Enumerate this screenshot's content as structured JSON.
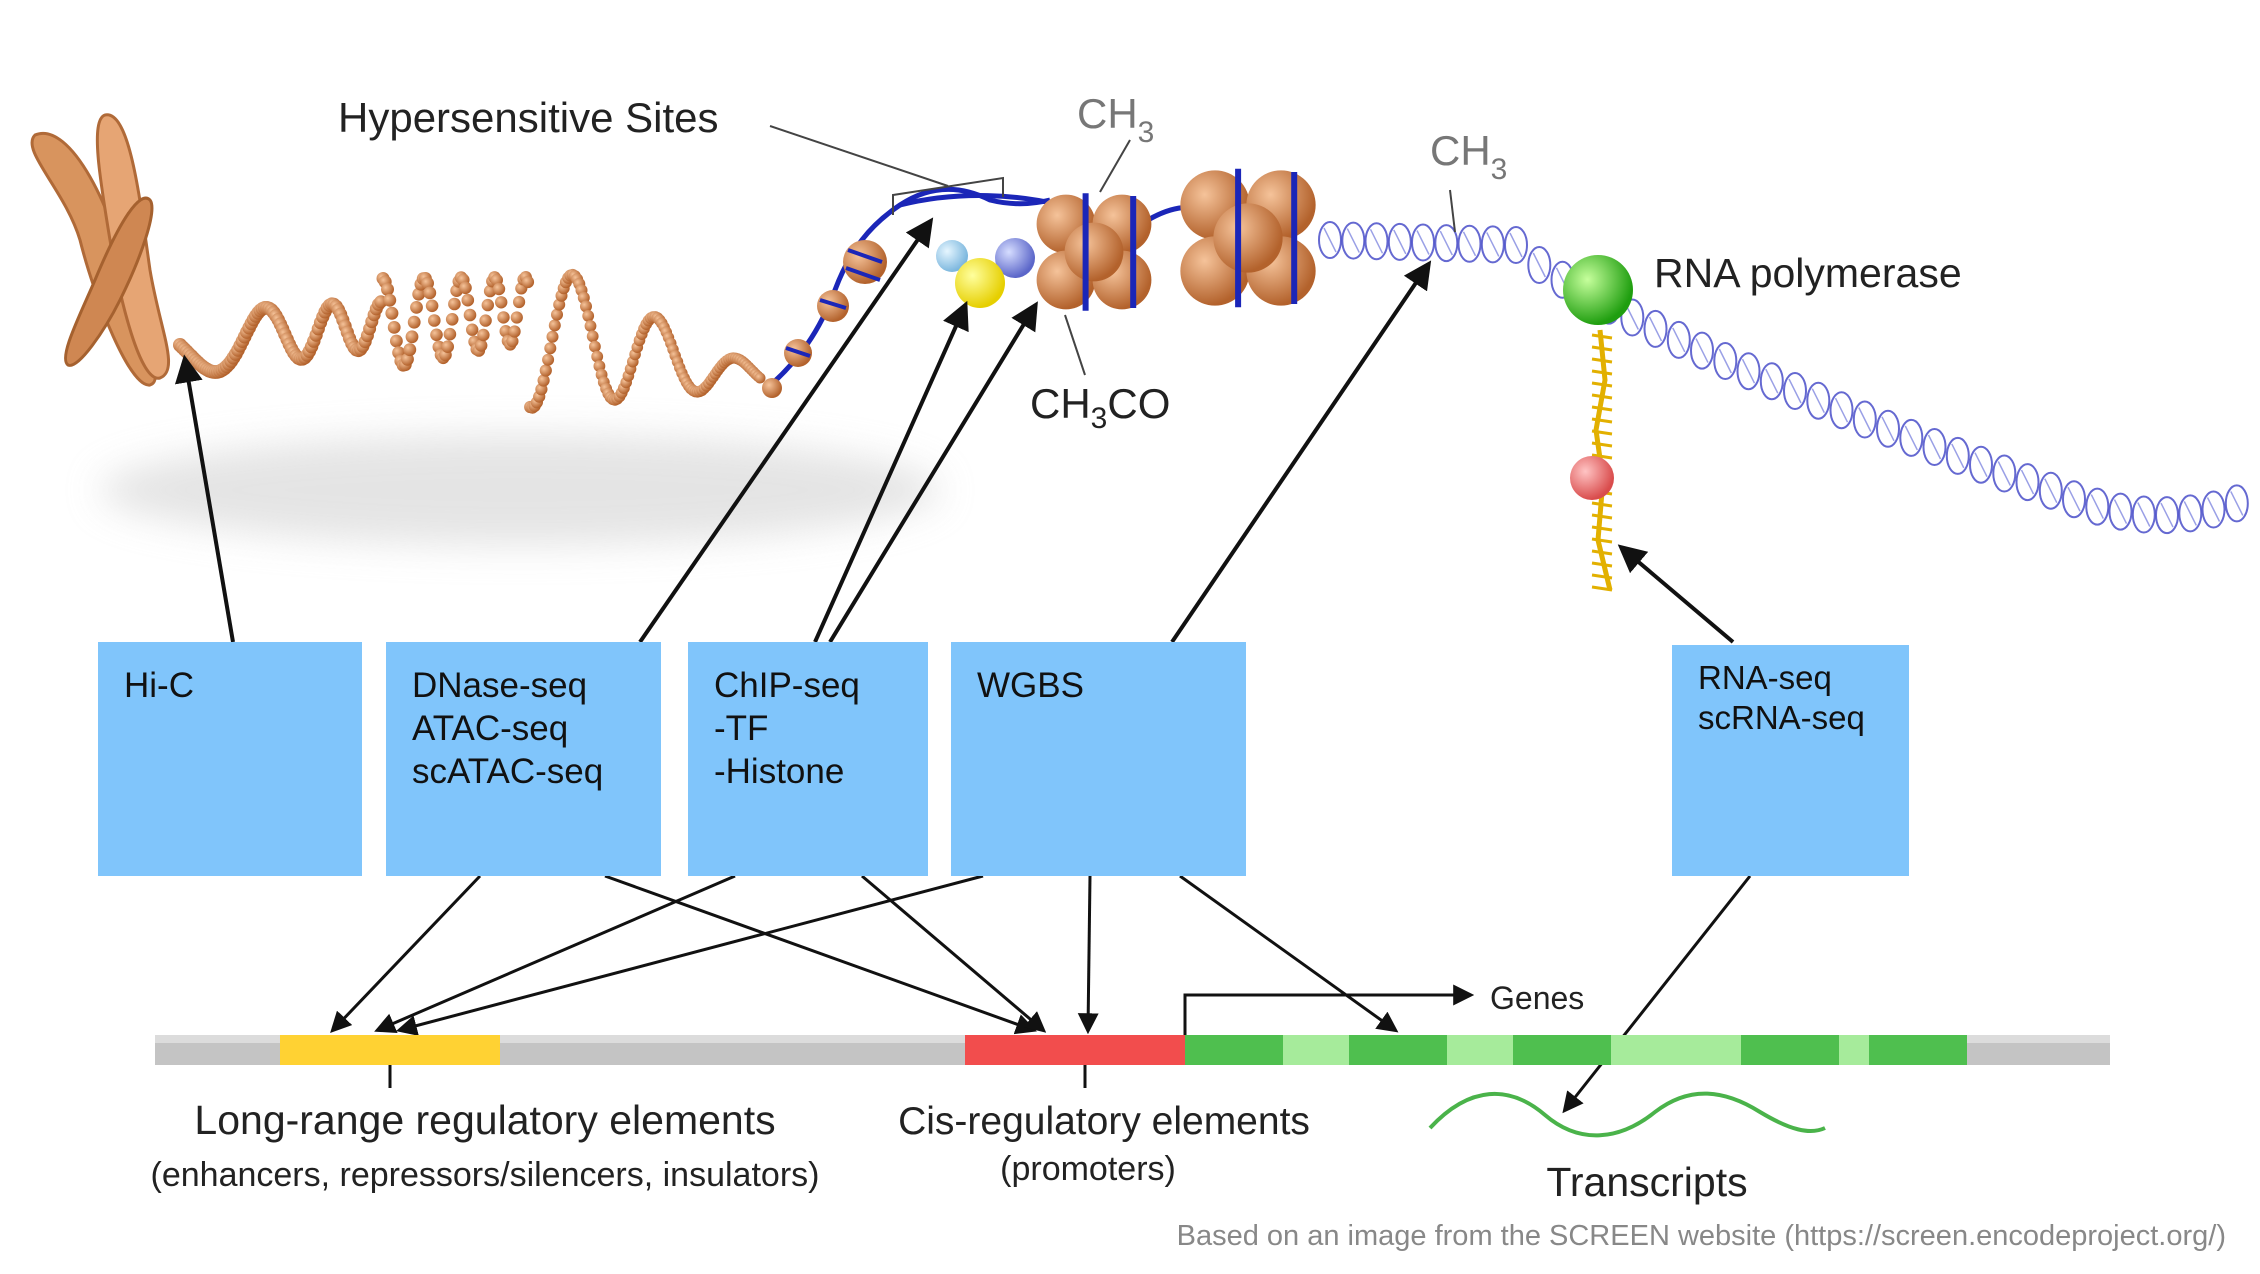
{
  "labels": {
    "hypersensitive_sites": "Hypersensitive Sites",
    "ch3_top": "CH",
    "ch3_top_sub": "3",
    "ch3_right": "CH",
    "ch3_right_sub": "3",
    "ch3co_a": "CH",
    "ch3co_sub": "3",
    "ch3co_b": "CO",
    "rna_polymerase": "RNA polymerase",
    "genes": "Genes",
    "long_range_title": "Long-range regulatory elements",
    "long_range_sub": "(enhancers, repressors/silencers, insulators)",
    "cis_title": "Cis-regulatory elements",
    "cis_sub": "(promoters)",
    "transcripts": "Transcripts",
    "credit": "Based on an image from the SCREEN website (https://screen.encodeproject.org/)"
  },
  "boxes": {
    "hic": {
      "line1": "Hi-C"
    },
    "dnase": {
      "line1": "DNase-seq",
      "line2": "ATAC-seq",
      "line3": "scATAC-seq"
    },
    "chip": {
      "line1": "ChIP-seq",
      "line2": "-TF",
      "line3": "-Histone"
    },
    "wgbs": {
      "line1": "WGBS"
    },
    "rna": {
      "line1": "RNA-seq",
      "line2": "scRNA-seq"
    }
  },
  "colors": {
    "assay_box": "#80c5fb",
    "chromosome": "#d8945e",
    "dna_backbone": "#1b26b8",
    "enhancer_bar": "#ffd233",
    "promoter_bar": "#f24d4d",
    "gene_dark": "#4fbf4f",
    "gene_light": "#a6eb9b",
    "genome_grey": "#c4c4c4",
    "rna_polymerase": "#33cc1a",
    "transcript": "#4ab34a"
  }
}
